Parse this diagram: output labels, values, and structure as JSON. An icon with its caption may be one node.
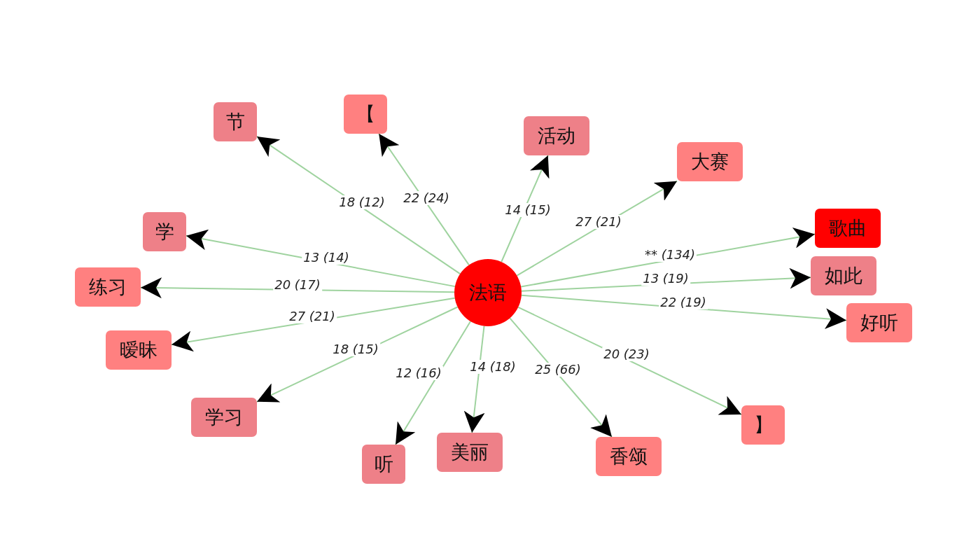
{
  "diagram": {
    "nodes": [
      {
        "text": [
          "法语"
        ]
      },
      {
        "text": [
          "节"
        ]
      },
      {
        "text": [
          "【"
        ]
      },
      {
        "text": [
          "活动"
        ]
      },
      {
        "text": [
          "大赛"
        ]
      },
      {
        "text": [
          "学"
        ]
      },
      {
        "text": [
          "歌曲"
        ]
      },
      {
        "text": [
          "练习"
        ]
      },
      {
        "text": [
          "如此"
        ]
      },
      {
        "text": [
          "暧昧"
        ]
      },
      {
        "text": [
          "好听"
        ]
      },
      {
        "text": [
          "学习"
        ]
      },
      {
        "text": [
          "】"
        ]
      },
      {
        "text": [
          "听"
        ]
      },
      {
        "text": [
          "美丽"
        ]
      },
      {
        "text": [
          "香颂"
        ]
      }
    ],
    "edges": [
      {
        "from": 0,
        "to": 1,
        "arrow": "to",
        "label": "18 (12)"
      },
      {
        "from": 0,
        "to": 2,
        "arrow": "to",
        "label": "22 (24)"
      },
      {
        "from": 0,
        "to": 3,
        "arrow": "to",
        "label": "14 (15)"
      },
      {
        "from": 0,
        "to": 4,
        "arrow": "to",
        "label": "27 (21)"
      },
      {
        "from": 0,
        "to": 5,
        "arrow": "to",
        "label": "13 (14)"
      },
      {
        "from": 0,
        "to": 6,
        "arrow": "to",
        "label": "** (134)"
      },
      {
        "from": 0,
        "to": 7,
        "arrow": "to",
        "label": "20 (17)"
      },
      {
        "from": 0,
        "to": 8,
        "arrow": "to",
        "label": "13 (19)"
      },
      {
        "from": 0,
        "to": 9,
        "arrow": "to",
        "label": "27 (21)"
      },
      {
        "from": 0,
        "to": 10,
        "arrow": "to",
        "label": "22 (19)"
      },
      {
        "from": 0,
        "to": 11,
        "arrow": "to",
        "label": "18 (15)"
      },
      {
        "from": 0,
        "to": 12,
        "arrow": "to",
        "label": "20 (23)"
      },
      {
        "from": 0,
        "to": 13,
        "arrow": "to",
        "label": "12 (16)"
      },
      {
        "from": 0,
        "to": 14,
        "arrow": "to",
        "label": "14 (18)"
      },
      {
        "from": 0,
        "to": 15,
        "arrow": "to",
        "label": "25 (66)"
      }
    ]
  }
}
